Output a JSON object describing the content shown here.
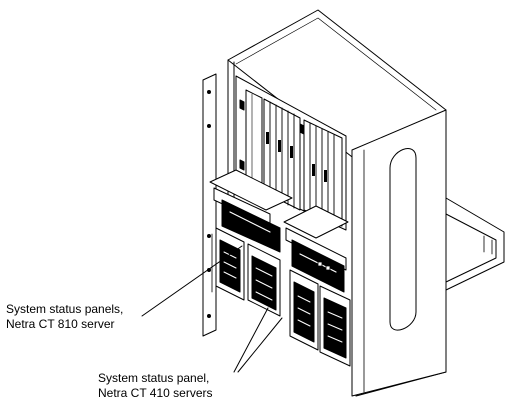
{
  "figure": {
    "callouts": [
      {
        "line1": "System status panels,",
        "line2": "Netra CT 810 server"
      },
      {
        "line1": "System status panel,",
        "line2": "Netra CT 410 servers"
      }
    ]
  }
}
